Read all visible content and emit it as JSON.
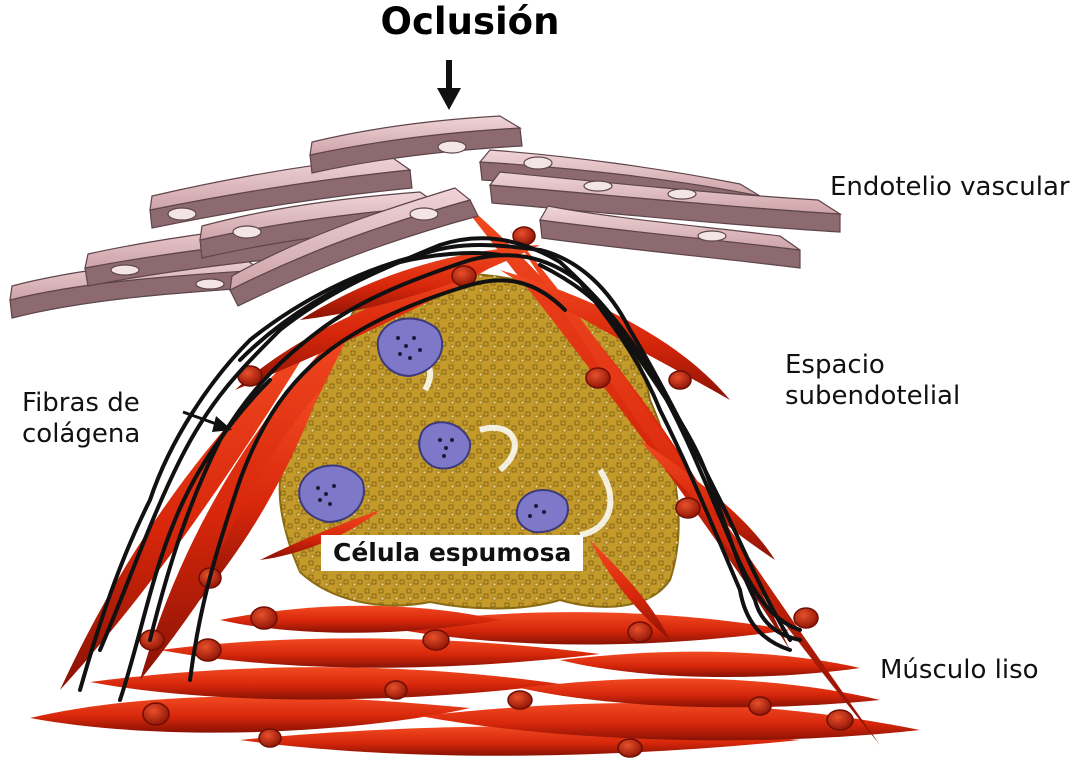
{
  "title": "Oclusión",
  "labels": {
    "endothelium": "Endotelio vascular",
    "subendothelial_line1": "Espacio",
    "subendothelial_line2": "subendotelial",
    "collagen_line1": "Fibras de",
    "collagen_line2": "colágena",
    "smooth_muscle": "Músculo liso",
    "foam_cell": "Célula espumosa"
  },
  "colors": {
    "endothelium_top": "#e2c0c4",
    "endothelium_side": "#8c6a70",
    "endothelium_nucleus": "#f3e4e6",
    "muscle": "#dc2a0c",
    "muscle_dark": "#8f1406",
    "muscle_nucleus": "#b8200a",
    "foam_cell": "#c49b2a",
    "foam_droplet": "#e2c766",
    "foam_nucleus": "#7d78c8",
    "fiber": "#111111",
    "arrow": "#111111"
  },
  "icons": {
    "occlusion_arrow": "arrow-down-icon",
    "pointer_arrow": "arrow-right-icon"
  }
}
